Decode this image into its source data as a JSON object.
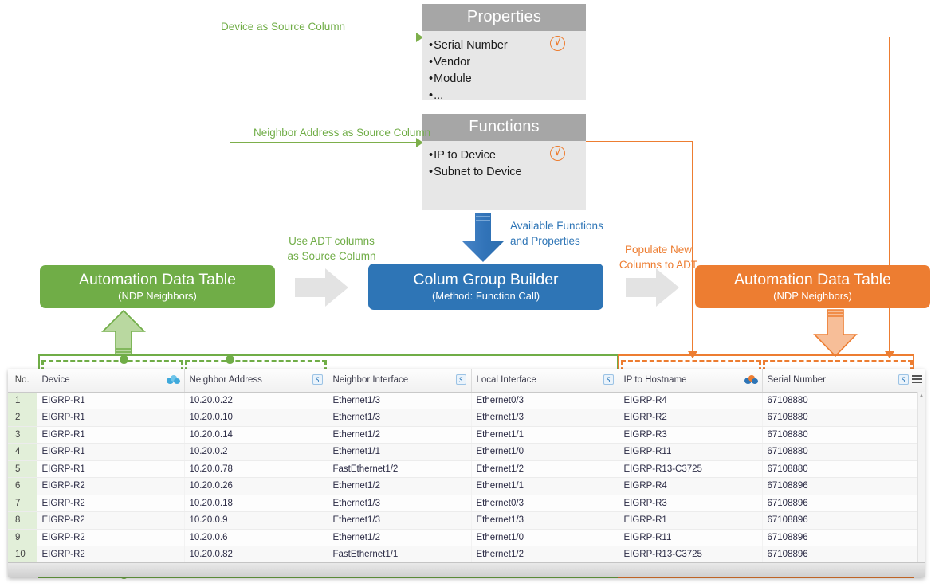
{
  "diagram": {
    "panels": [
      {
        "id": "properties",
        "title": "Properties",
        "items": [
          "Serial Number",
          "Vendor",
          "Module",
          "..."
        ],
        "check": "√"
      },
      {
        "id": "functions",
        "title": "Functions",
        "items": [
          "IP to Device",
          "Subnet to Device"
        ],
        "check": "√"
      }
    ],
    "captions": {
      "device_source": "Device as Source Column",
      "neighbor_source": "Neighbor Address as Source Column",
      "use_adt_l1": "Use ADT columns",
      "use_adt_l2": "as Source Column",
      "available_l1": "Available Functions",
      "available_l2": "and Properties",
      "populate_l1": "Populate New",
      "populate_l2": "Columns to ADT"
    },
    "boxes": [
      {
        "id": "adt-source",
        "title": "Automation Data Table",
        "subtitle": "(NDP Neighbors)",
        "color": "#70AD47"
      },
      {
        "id": "cgb",
        "title": "Colum Group Builder",
        "subtitle": "(Method: Function Call)",
        "color": "#2E75B6"
      },
      {
        "id": "adt-target",
        "title": "Automation Data Table",
        "subtitle": "(NDP Neighbors)",
        "color": "#ED7D31"
      }
    ],
    "colors": {
      "green": "#70AD47",
      "blue": "#2E75B6",
      "orange": "#ED7D31",
      "grey_header": "#A6A6A6",
      "grey_body": "#E7E7E7",
      "grey_chevron": "#E3E3E3"
    }
  },
  "grid": {
    "columns": [
      {
        "label": "No.",
        "icon": null,
        "badge": null
      },
      {
        "label": "Device",
        "icon": "cloud-icon",
        "badge": null
      },
      {
        "label": "Neighbor Address",
        "icon": null,
        "badge": "S"
      },
      {
        "label": "Neighbor Interface",
        "icon": null,
        "badge": "S"
      },
      {
        "label": "Local Interface",
        "icon": null,
        "badge": "S"
      },
      {
        "label": "IP to Hostname",
        "icon": "cloud-fn-icon",
        "badge": null
      },
      {
        "label": "Serial Number",
        "icon": null,
        "badge": "S"
      }
    ],
    "rows": [
      [
        "1",
        "EIGRP-R1",
        "10.20.0.22",
        "Ethernet1/3",
        "Ethernet0/3",
        "EIGRP-R4",
        "67108880"
      ],
      [
        "2",
        "EIGRP-R1",
        "10.20.0.10",
        "Ethernet1/3",
        "Ethernet1/3",
        "EIGRP-R2",
        "67108880"
      ],
      [
        "3",
        "EIGRP-R1",
        "10.20.0.14",
        "Ethernet1/2",
        "Ethernet1/1",
        "EIGRP-R3",
        "67108880"
      ],
      [
        "4",
        "EIGRP-R1",
        "10.20.0.2",
        "Ethernet1/1",
        "Ethernet1/0",
        "EIGRP-R11",
        "67108880"
      ],
      [
        "5",
        "EIGRP-R1",
        "10.20.0.78",
        "FastEthernet1/2",
        "Ethernet1/2",
        "EIGRP-R13-C3725",
        "67108880"
      ],
      [
        "6",
        "EIGRP-R2",
        "10.20.0.26",
        "Ethernet1/2",
        "Ethernet1/1",
        "EIGRP-R4",
        "67108896"
      ],
      [
        "7",
        "EIGRP-R2",
        "10.20.0.18",
        "Ethernet1/3",
        "Ethernet0/3",
        "EIGRP-R3",
        "67108896"
      ],
      [
        "8",
        "EIGRP-R2",
        "10.20.0.9",
        "Ethernet1/3",
        "Ethernet1/3",
        "EIGRP-R1",
        "67108896"
      ],
      [
        "9",
        "EIGRP-R2",
        "10.20.0.6",
        "Ethernet1/2",
        "Ethernet1/0",
        "EIGRP-R11",
        "67108896"
      ],
      [
        "10",
        "EIGRP-R2",
        "10.20.0.82",
        "FastEthernet1/1",
        "Ethernet1/2",
        "EIGRP-R13-C3725",
        "67108896"
      ]
    ]
  }
}
